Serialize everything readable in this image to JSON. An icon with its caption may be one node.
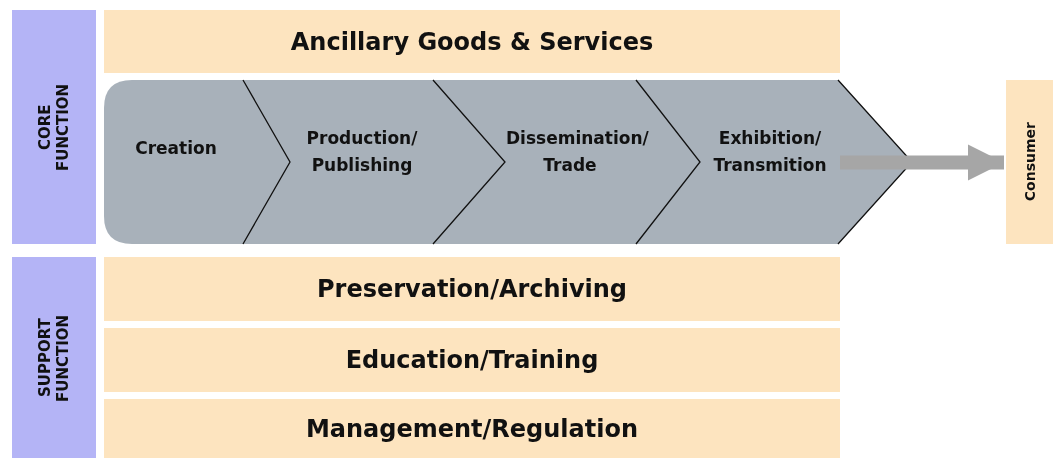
{
  "diagram": {
    "nodes": [
      {
        "text": [
          "CORE FUNCTION"
        ]
      },
      {
        "text": [
          "Ancillary Goods & Services"
        ]
      },
      {
        "text": [
          "Creation"
        ]
      },
      {
        "text": [
          "Production/ Publishing"
        ]
      },
      {
        "text": [
          "Dissemination/ Trade"
        ]
      },
      {
        "text": [
          "Exhibition/ Transmition"
        ]
      },
      {
        "text": [
          "Consumer"
        ]
      },
      {
        "text": [
          "SUPPORT FUNCTION"
        ]
      },
      {
        "text": [
          "Preservation/Archiving"
        ]
      },
      {
        "text": [
          "Education/Training"
        ]
      },
      {
        "text": [
          "Management/Regulation"
        ]
      }
    ],
    "edges": [
      {
        "from": 5,
        "to": 6,
        "arrow": "to"
      }
    ]
  }
}
